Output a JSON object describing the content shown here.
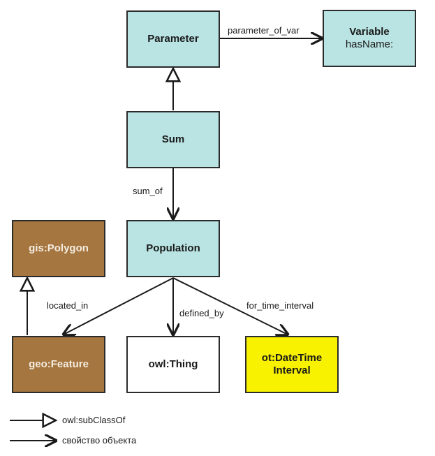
{
  "nodes": {
    "parameter": {
      "title": "Parameter",
      "color": "#b9e4e3"
    },
    "variable": {
      "title": "Variable",
      "sub": "hasName:",
      "color": "#b9e4e3"
    },
    "sum": {
      "title": "Sum",
      "color": "#b9e4e3"
    },
    "population": {
      "title": "Population",
      "color": "#b9e4e3"
    },
    "gis_polygon": {
      "title": "gis:Polygon",
      "color": "#a5763f"
    },
    "geo_feature": {
      "title": "geo:Feature",
      "color": "#a5763f"
    },
    "owl_thing": {
      "title": "owl:Thing",
      "color": "#ffffff"
    },
    "datetime_interval": {
      "title_line1": "ot:DateTime",
      "title_line2": "Interval",
      "color": "#f8f200"
    }
  },
  "edges": {
    "parameter_of_var": "parameter_of_var",
    "sum_of": "sum_of",
    "located_in": "located_in",
    "defined_by": "defined_by",
    "for_time_interval": "for_time_interval"
  },
  "legend": {
    "subclass": "owl:subClassOf",
    "object_property": "свойство объекта"
  }
}
